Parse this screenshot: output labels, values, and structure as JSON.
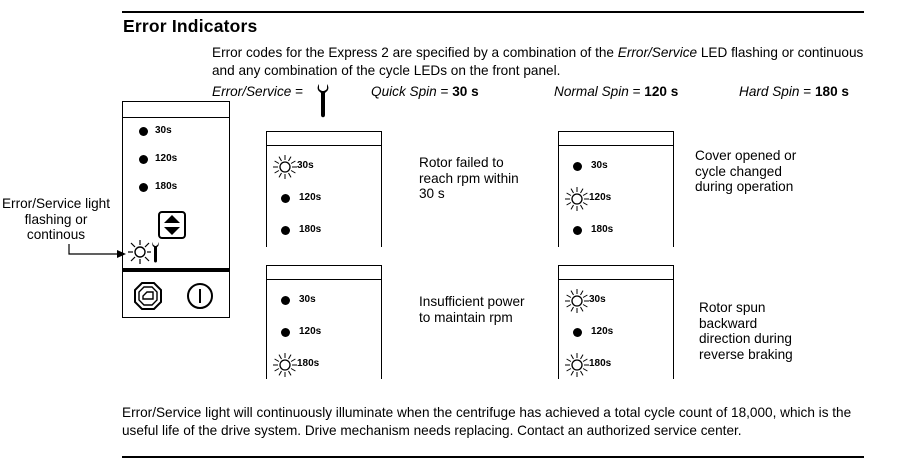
{
  "header": {
    "title": "Error Indicators"
  },
  "intro": {
    "part1": "Error codes for the Express 2 are specified by a combination of the ",
    "emphasis": "Error/Service",
    "part2": " LED flashing or continuous and any combination of the cycle LEDs on the front panel."
  },
  "legend": {
    "error_service_label": "Error/Service",
    "error_service_eq": " =",
    "quick_spin_label": "Quick Spin",
    "quick_spin_value": "30 s",
    "normal_spin_label": "Normal Spin",
    "normal_spin_value": "120 s",
    "hard_spin_label": "Hard Spin",
    "hard_spin_value": "180 s",
    "equals": " = "
  },
  "front_panel": {
    "led_labels": [
      "30s",
      "120s",
      "180s"
    ],
    "side_label": "Error/Service light flashing or continous",
    "icons": [
      "wrench-icon",
      "cycle-select-arrows-icon",
      "lid-icon",
      "power-icon"
    ]
  },
  "error_cases": [
    {
      "id": "case1",
      "led_labels": [
        "30s",
        "120s",
        "180s"
      ],
      "flashing": [
        true,
        false,
        false
      ],
      "description": "Rotor failed to reach rpm within 30 s"
    },
    {
      "id": "case2",
      "led_labels": [
        "30s",
        "120s",
        "180s"
      ],
      "flashing": [
        false,
        true,
        false
      ],
      "description": "Cover opened or cycle changed during operation"
    },
    {
      "id": "case3",
      "led_labels": [
        "30s",
        "120s",
        "180s"
      ],
      "flashing": [
        false,
        false,
        true
      ],
      "description": "Insufficient power to maintain rpm"
    },
    {
      "id": "case4",
      "led_labels": [
        "30s",
        "120s",
        "180s"
      ],
      "flashing": [
        true,
        false,
        true
      ],
      "description": "Rotor spun backward direction during reverse braking"
    }
  ],
  "footer": {
    "text": "Error/Service light will continuously illuminate when the centrifuge has achieved a total cycle count of 18,000, which is the useful life of the drive system.  Drive mechanism needs replacing.  Contact an authorized service center."
  }
}
